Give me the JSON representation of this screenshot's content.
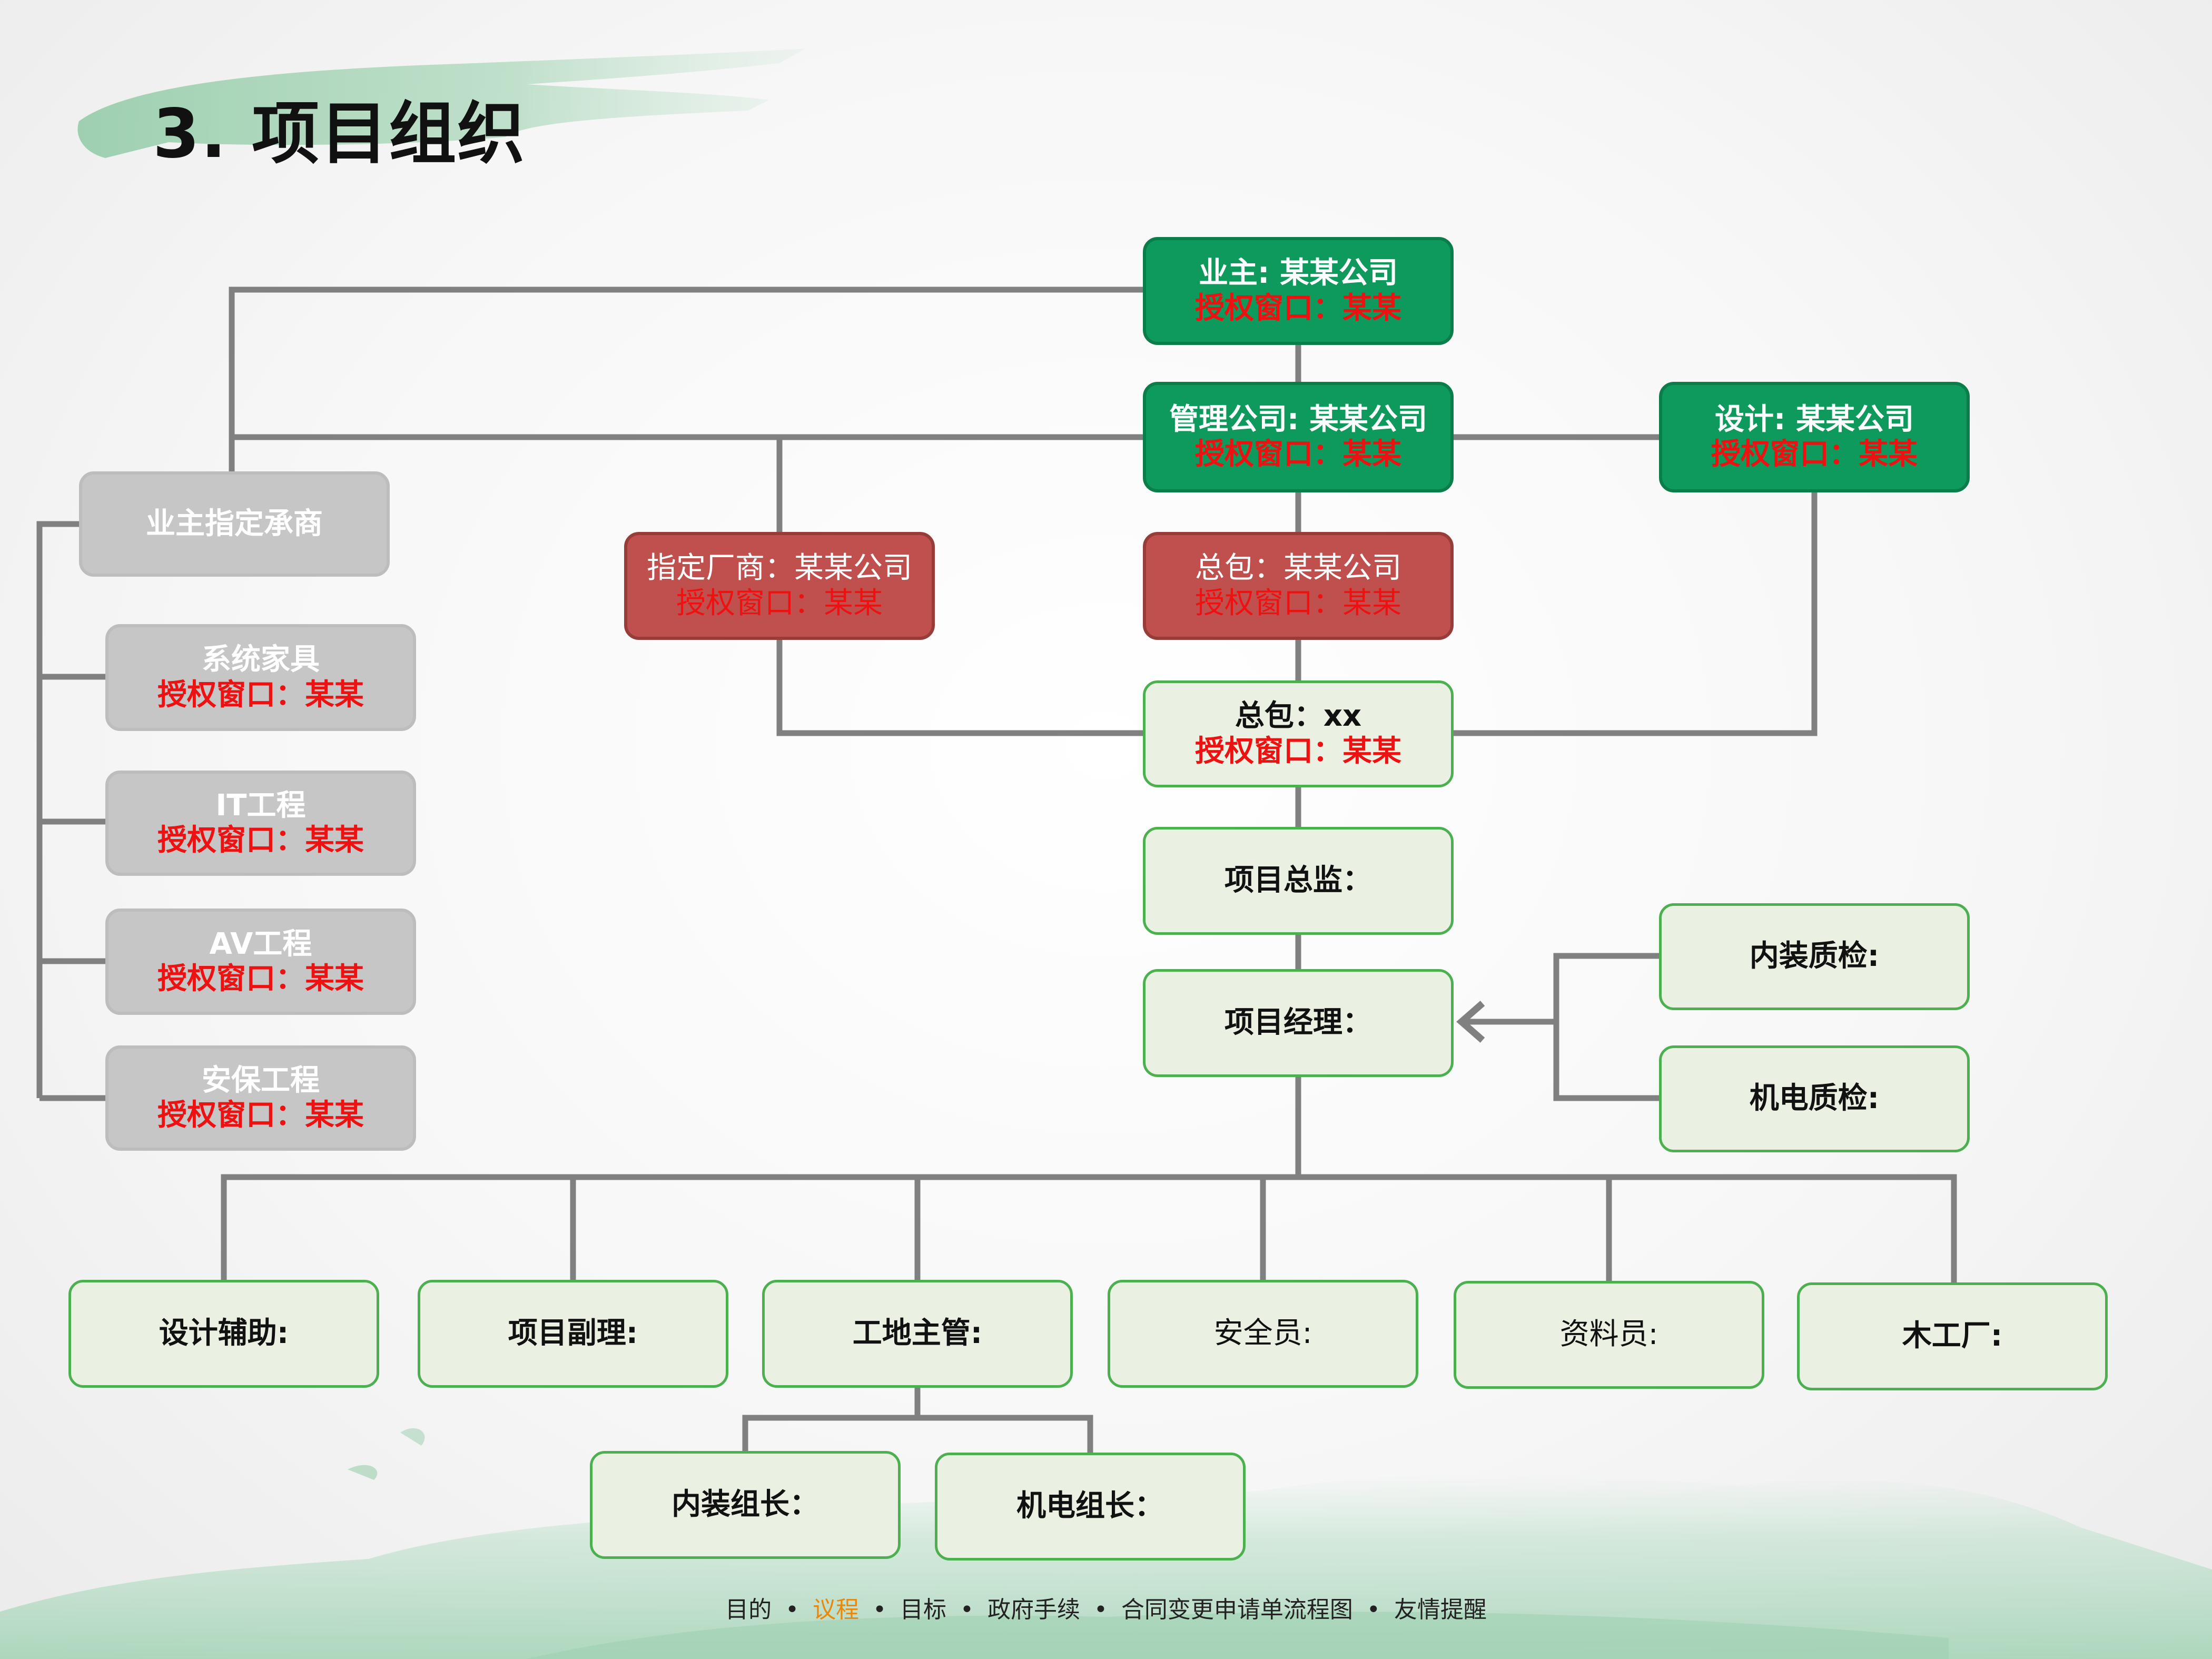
{
  "title": "3. 项目组织",
  "nodes": {
    "owner": {
      "line1": "业主: 某某公司",
      "line2": "授权窗口：某某"
    },
    "management": {
      "line1": "管理公司: 某某公司",
      "line2": "授权窗口：某某"
    },
    "design": {
      "line1": "设计: 某某公司",
      "line2": "授权窗口：某某"
    },
    "owner_contractor": {
      "line1": "业主指定承商"
    },
    "designated_vendor": {
      "line1": "指定厂商：某某公司",
      "line2": "授权窗口：某某"
    },
    "general_contractor_top": {
      "line1": "总包：某某公司",
      "line2": "授权窗口：某某"
    },
    "general_contractor": {
      "line1": "总包：xx",
      "line2": "授权窗口：某某"
    },
    "system_furniture": {
      "line1": "系统家具",
      "line2": "授权窗口：某某"
    },
    "it_engineering": {
      "line1": "IT工程",
      "line2": "授权窗口：某某"
    },
    "av_engineering": {
      "line1": "AV工程",
      "line2": "授权窗口：某某"
    },
    "security_engineering": {
      "line1": "安保工程",
      "line2": "授权窗口：某某"
    },
    "project_director": {
      "line1": "项目总监："
    },
    "project_manager": {
      "line1": "项目经理："
    },
    "interior_qc": {
      "line1": "内装质检:"
    },
    "mep_qc": {
      "line1": "机电质检:"
    },
    "design_assist": {
      "line1": "设计辅助:"
    },
    "deputy_pm": {
      "line1": "项目副理:"
    },
    "site_supervisor": {
      "line1": "工地主管:"
    },
    "safety_officer": {
      "line1": "安全员:"
    },
    "document_clerk": {
      "line1": "资料员:"
    },
    "wood_factory": {
      "line1": "木工厂:"
    },
    "interior_lead": {
      "line1": "内装组长："
    },
    "mep_lead": {
      "line1": "机电组长："
    }
  },
  "footer": {
    "items": [
      "目的",
      "议程",
      "目标",
      "政府手续",
      "合同变更申请单流程图",
      "友情提醒"
    ],
    "active_index": 1,
    "separator": "•"
  },
  "colors": {
    "green_box": "#0d9a5c",
    "red_box": "#c0504d",
    "gray_box": "#c6c6c6",
    "light_box": "#eaf0e2",
    "light_border": "#4caf50",
    "connector": "#808080",
    "highlight_text": "#ee1111",
    "footer_active": "#e8890c"
  }
}
